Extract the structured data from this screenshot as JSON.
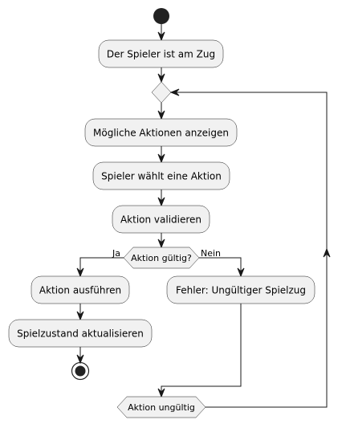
{
  "diagram": {
    "type": "activity",
    "nodes": {
      "action_player_turn": "Der Spieler ist am Zug",
      "action_show_actions": "Mögliche Aktionen anzeigen",
      "action_choose": "Spieler wählt eine Aktion",
      "action_validate": "Aktion validieren",
      "decision_valid": "Aktion gültig?",
      "action_execute": "Aktion ausführen",
      "action_update_state": "Spielzustand aktualisieren",
      "action_error": "Fehler: Ungültiger Spielzug",
      "loop_condition": "Aktion ungültig"
    },
    "branch_labels": {
      "yes": "Ja",
      "no": "Nein"
    },
    "colors": {
      "node_fill": "#f1f1f1",
      "line": "#181818",
      "start_end": "#222222"
    }
  }
}
